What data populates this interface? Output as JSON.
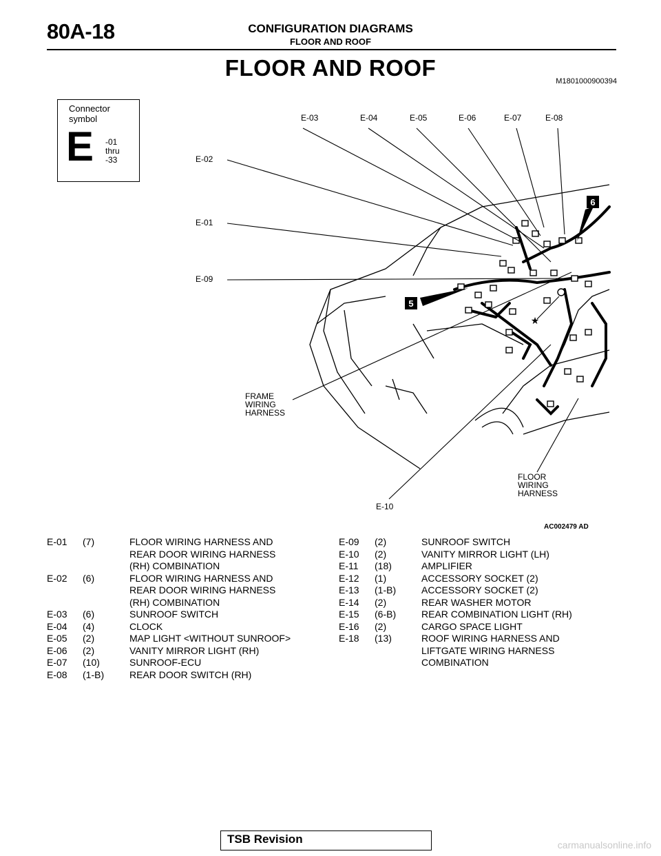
{
  "header": {
    "page_number": "80A-18",
    "section": "CONFIGURATION DIAGRAMS",
    "subsection": "FLOOR AND ROOF"
  },
  "title": "FLOOR AND ROOF",
  "doc_id": "M1801000900394",
  "legend": {
    "title": "Connector symbol",
    "letter": "E",
    "range": [
      "-01",
      "thru",
      "-33"
    ]
  },
  "diagram": {
    "labels": {
      "e01": "E-01",
      "e02": "E-02",
      "e03": "E-03",
      "e04": "E-04",
      "e05": "E-05",
      "e06": "E-06",
      "e07": "E-07",
      "e08": "E-08",
      "e09": "E-09",
      "e10": "E-10"
    },
    "callouts": {
      "five": "5",
      "six": "6"
    },
    "harness_frame": [
      "FRAME",
      "WIRING",
      "HARNESS"
    ],
    "harness_floor": [
      "FLOOR",
      "WIRING",
      "HARNESS"
    ],
    "figure_id": "AC002479 AD"
  },
  "connectors_left": [
    {
      "code": "E-01",
      "pins": "(7)",
      "desc": [
        "FLOOR WIRING HARNESS AND",
        "REAR DOOR WIRING HARNESS",
        "(RH) COMBINATION"
      ]
    },
    {
      "code": "E-02",
      "pins": "(6)",
      "desc": [
        "FLOOR WIRING HARNESS AND",
        "REAR DOOR WIRING HARNESS",
        "(RH) COMBINATION"
      ]
    },
    {
      "code": "E-03",
      "pins": "(6)",
      "desc": [
        "SUNROOF SWITCH"
      ]
    },
    {
      "code": "E-04",
      "pins": "(4)",
      "desc": [
        "CLOCK"
      ]
    },
    {
      "code": "E-05",
      "pins": "(2)",
      "desc": [
        "MAP LIGHT <WITHOUT SUNROOF>"
      ]
    },
    {
      "code": "E-06",
      "pins": "(2)",
      "desc": [
        "VANITY MIRROR LIGHT (RH)"
      ]
    },
    {
      "code": "E-07",
      "pins": "(10)",
      "desc": [
        "SUNROOF-ECU"
      ]
    },
    {
      "code": "E-08",
      "pins": "(1-B)",
      "desc": [
        "REAR DOOR SWITCH (RH)"
      ]
    }
  ],
  "connectors_right": [
    {
      "code": "E-09",
      "pins": "(2)",
      "desc": [
        "SUNROOF SWITCH"
      ]
    },
    {
      "code": "E-10",
      "pins": "(2)",
      "desc": [
        "VANITY MIRROR LIGHT (LH)"
      ]
    },
    {
      "code": "E-11",
      "pins": "(18)",
      "desc": [
        "AMPLIFIER"
      ]
    },
    {
      "code": "E-12",
      "pins": "(1)",
      "desc": [
        "ACCESSORY SOCKET (2)"
      ]
    },
    {
      "code": "E-13",
      "pins": "(1-B)",
      "desc": [
        "ACCESSORY SOCKET (2)"
      ]
    },
    {
      "code": "E-14",
      "pins": "(2)",
      "desc": [
        "REAR WASHER MOTOR"
      ]
    },
    {
      "code": "E-15",
      "pins": "(6-B)",
      "desc": [
        "REAR COMBINATION LIGHT (RH)"
      ]
    },
    {
      "code": "E-16",
      "pins": "(2)",
      "desc": [
        "CARGO SPACE LIGHT"
      ]
    },
    {
      "code": "E-18",
      "pins": "(13)",
      "desc": [
        "ROOF WIRING HARNESS AND",
        "LIFTGATE WIRING HARNESS",
        "COMBINATION"
      ]
    }
  ],
  "footer": {
    "revision": "TSB Revision",
    "watermark": "carmanualsonline.info"
  }
}
